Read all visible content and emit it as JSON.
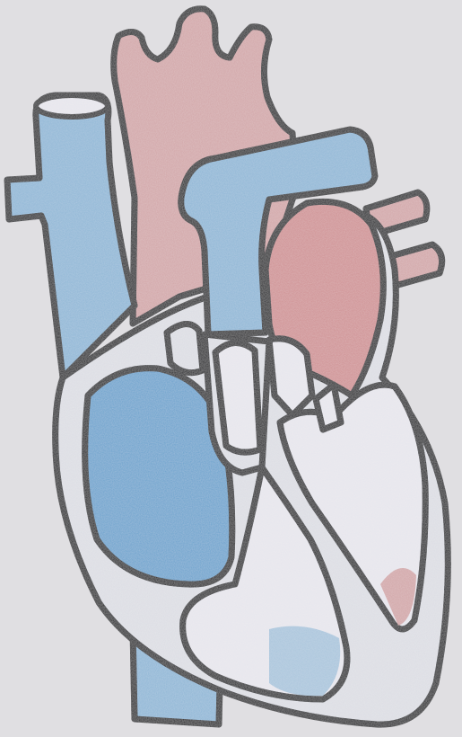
{
  "colors": {
    "paper": "#e4e3e5",
    "paper_shade": "#d9d8dc",
    "ink": "#1b1e24",
    "deoxygenated_blue": "#8db6d6",
    "deoxygenated_blue_dark": "#6aa2cd",
    "oxygenated_red": "#d2a5a7",
    "oxygenated_red_dark": "#cf9093",
    "chamber_interior": "#e6e5ec",
    "heart_wall": "#dcdde3"
  },
  "parts": [
    "superior-vena-cava",
    "inferior-vena-cava",
    "aorta",
    "pulmonary-artery",
    "pulmonary-veins",
    "right-atrium",
    "right-ventricle",
    "left-atrium",
    "left-ventricle",
    "septum",
    "pulmonary-valve",
    "aortic-valve",
    "mitral-valve"
  ]
}
